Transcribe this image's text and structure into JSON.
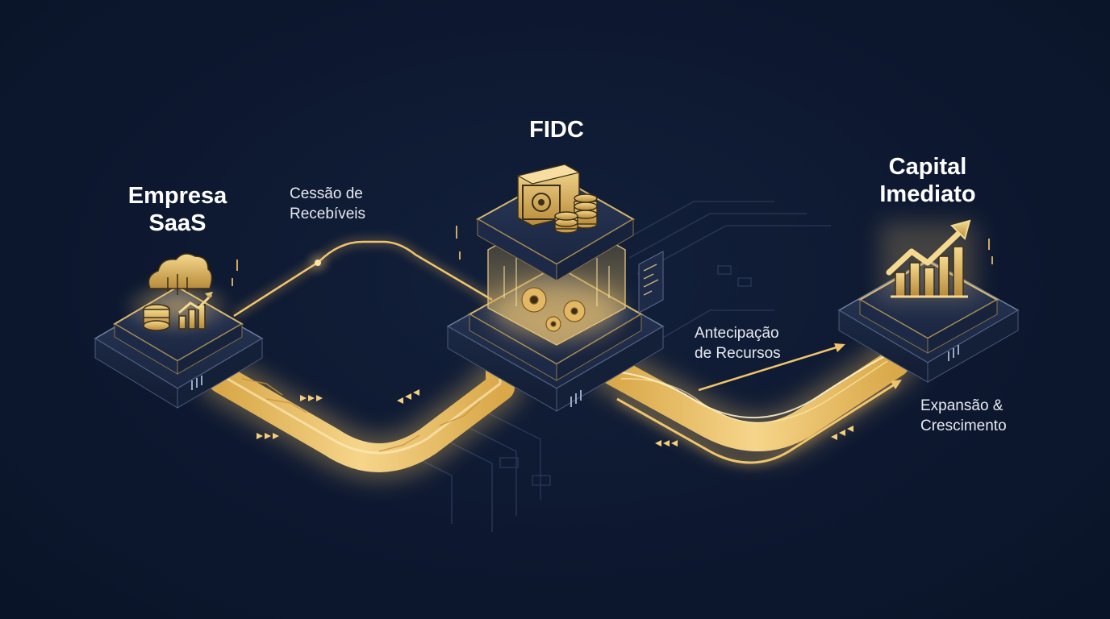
{
  "nodes": {
    "saas": {
      "title_line1": "Empresa",
      "title_line2": "SaaS",
      "icon": "cloud-database-chart-icon"
    },
    "fidc": {
      "title": "FIDC",
      "icon": "safe-coins-icon"
    },
    "capital": {
      "title_line1": "Capital",
      "title_line2": "Imediato",
      "icon": "growth-chart-icon"
    }
  },
  "flows": {
    "cessao": {
      "line1": "Cessão de",
      "line2": "Recebíveis"
    },
    "antecipacao": {
      "line1": "Antecipação",
      "line2": "de Recursos"
    },
    "expansao": {
      "line1": "Expansão &",
      "line2": "Crescimento"
    }
  },
  "colors": {
    "background": "#0d1830",
    "gold": "#e8c26a",
    "gold_bright": "#ffe3a0",
    "platform": "#1b2844",
    "platform_edge": "#c9a55a"
  }
}
